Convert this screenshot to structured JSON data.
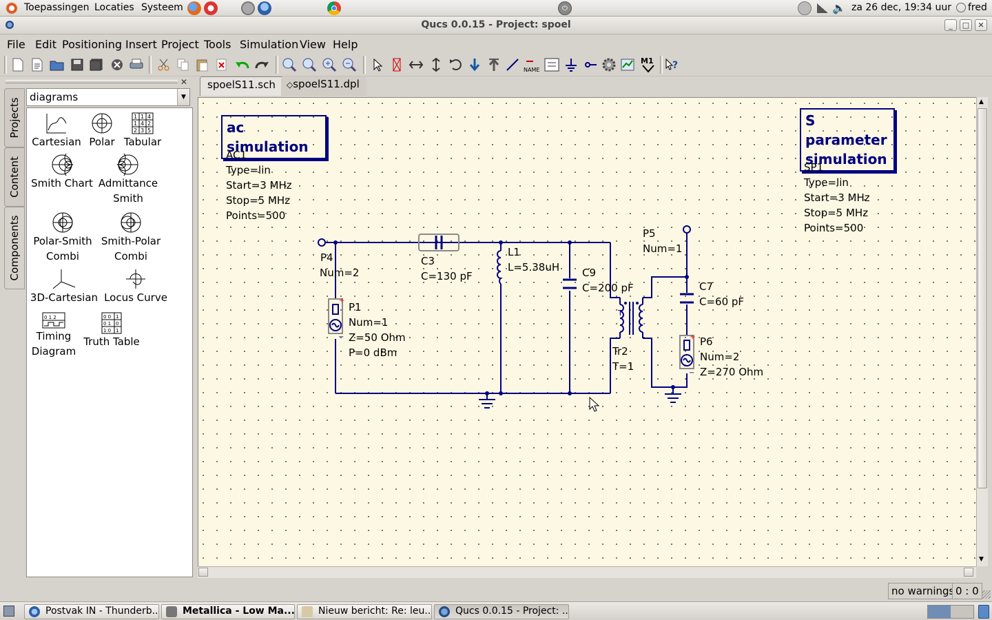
{
  "top_panel": {
    "menus": [
      "Toepassingen",
      "Locaties",
      "Systeem"
    ],
    "clock": "za 26 dec, 19:34 uur",
    "user": "fred"
  },
  "window": {
    "title": "Qucs 0.0.15 - Project: spoel",
    "buttons": {
      "minimize": "_",
      "maximize": "□",
      "close": "✕"
    }
  },
  "menubar": [
    "File",
    "Edit",
    "Positioning",
    "Insert",
    "Project",
    "Tools",
    "Simulation",
    "View",
    "Help"
  ],
  "toolbar": {
    "wire_label": "NAME",
    "marker_label": "M1",
    "icons": [
      "new-file-icon",
      "new-text-icon",
      "open-icon",
      "save-icon",
      "save-all-icon",
      "close-doc-icon",
      "print-icon",
      "cut-icon",
      "copy-icon",
      "paste-icon",
      "delete-icon",
      "undo-icon",
      "redo-icon",
      "view-all-icon",
      "view-1-1-icon",
      "zoom-in-icon",
      "zoom-out-icon",
      "select-icon",
      "deactivate-icon",
      "mirror-x-icon",
      "mirror-y-icon",
      "rotate-icon",
      "enter-subcircuit-icon",
      "leave-subcircuit-icon",
      "wire-icon",
      "wire-label-icon",
      "equation-icon",
      "ground-icon",
      "port-icon",
      "simulate-icon",
      "view-data-icon",
      "set-marker-icon",
      "whats-this-icon"
    ]
  },
  "dock": {
    "side_tabs": [
      "Projects",
      "Content",
      "Components"
    ],
    "category": "diagrams",
    "components": [
      {
        "id": "cartesian",
        "label": "Cartesian"
      },
      {
        "id": "polar",
        "label": "Polar"
      },
      {
        "id": "tabular",
        "label": "Tabular"
      },
      {
        "id": "smith",
        "label": "Smith Chart"
      },
      {
        "id": "admittance",
        "label": "Admittance\nSmith"
      },
      {
        "id": "polarsmith",
        "label": "Polar-Smith\nCombi"
      },
      {
        "id": "smithpolar",
        "label": "Smith-Polar\nCombi"
      },
      {
        "id": "cart3d",
        "label": "3D-Cartesian"
      },
      {
        "id": "locus",
        "label": "Locus Curve"
      },
      {
        "id": "timing",
        "label": "Timing\nDiagram"
      },
      {
        "id": "truth",
        "label": "Truth Table"
      }
    ]
  },
  "tabs": [
    {
      "label": "spoelS11.sch",
      "active": true
    },
    {
      "label": "spoelS11.dpl",
      "active": false
    }
  ],
  "schematic": {
    "ac_sim": {
      "title": "ac simulation",
      "props": [
        "AC1",
        "Type=lin",
        "Start=3 MHz",
        "Stop=5 MHz",
        "Points=500"
      ]
    },
    "sp_sim": {
      "title": "S parameter\nsimulation",
      "props": [
        "SP1",
        "Type=lin",
        "Start=3 MHz",
        "Stop=5 MHz",
        "Points=500"
      ]
    },
    "components": {
      "P4": [
        "P4",
        "Num=2"
      ],
      "C3": [
        "C3",
        "C=130 pF"
      ],
      "L1": [
        "L1",
        "L=5.38uH"
      ],
      "C9": [
        "C9",
        "C=200 pF"
      ],
      "P5": [
        "P5",
        "Num=1"
      ],
      "C7": [
        "C7",
        "C=60 pF"
      ],
      "P1": [
        "P1",
        "Num=1",
        "Z=50 Ohm",
        "P=0 dBm"
      ],
      "Tr2": [
        "Tr2",
        "T=1"
      ],
      "P6": [
        "P6",
        "Num=2",
        "Z=270 Ohm"
      ]
    }
  },
  "status": {
    "warnings": "no warnings",
    "position": "0 : 0"
  },
  "taskbar": [
    {
      "label": "Postvak IN - Thunderb...",
      "active": false
    },
    {
      "label": "Metallica - Low Ma...",
      "active": false,
      "bold": true
    },
    {
      "label": "Nieuw bericht: Re: leu...",
      "active": false
    },
    {
      "label": "Qucs 0.0.15 - Project: ...",
      "active": true
    }
  ],
  "colors": {
    "wire": "#000080",
    "canvas": "#fdf8e3",
    "component_red": "#ff0000"
  }
}
